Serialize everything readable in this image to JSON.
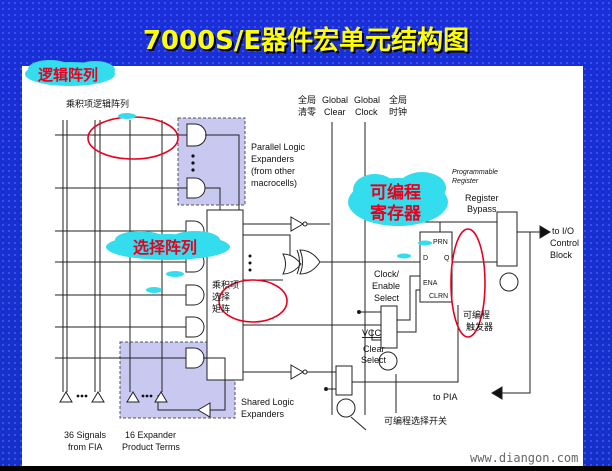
{
  "title": "7000S/E器件宏单元结构图",
  "callouts": {
    "logic_array": "逻辑阵列",
    "programmable_register": [
      "可编程",
      "寄存器"
    ],
    "select_array": "选择阵列"
  },
  "labels": {
    "product_term_array": "乘积项逻辑阵列",
    "global_clear_cn": [
      "全局",
      "清零"
    ],
    "global_clear": [
      "Global",
      "Clear"
    ],
    "global_clock": [
      "Global",
      "Clock"
    ],
    "global_clock_cn": [
      "全局",
      "时钟"
    ],
    "parallel_expanders": [
      "Parallel Logic",
      "Expanders",
      "(from other",
      "macrocells)"
    ],
    "programmable_register": [
      "Programmable",
      "Register"
    ],
    "register_bypass": [
      "Register",
      "Bypass"
    ],
    "to_io": [
      "to I/O",
      "Control",
      "Block"
    ],
    "ptsm": [
      "乘积项",
      "选择",
      "矩阵"
    ],
    "clock_enable_select": [
      "Clock/",
      "Enable",
      "Select"
    ],
    "clear_select": [
      "Clear",
      "Select"
    ],
    "vcc": "VCC",
    "prn": "PRN",
    "d": "D",
    "q": "Q",
    "ena": "ENA",
    "clrn": "CLRN",
    "programmable_ff": [
      "可编程",
      "触发器"
    ],
    "to_pia": "to PIA",
    "prog_switch": "可编程选择开关",
    "shared_expanders": [
      "Shared Logic",
      "Expanders"
    ],
    "signals_fia": [
      "36 Signals",
      "from FIA"
    ],
    "expander_terms": [
      "16 Expander",
      "Product Terms"
    ]
  },
  "watermark": "www.diangon.com",
  "colors": {
    "title": "#ffff00",
    "background": "#1a2fd8",
    "callout_text": "#e8001e",
    "cloud": "#33ddee",
    "ellipse": "#e8001e",
    "expander_fill": "#c8c8f0"
  }
}
